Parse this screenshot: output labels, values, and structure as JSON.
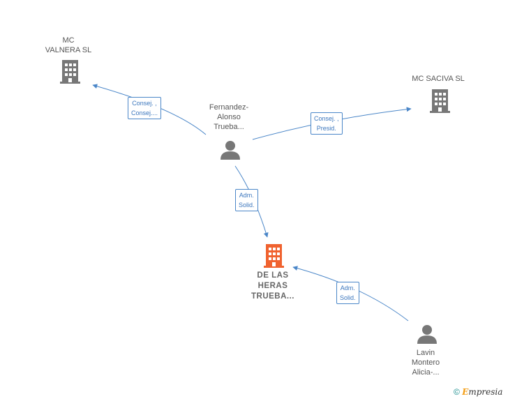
{
  "nodes": {
    "mc_valnera": {
      "label_line1": "MC",
      "label_line2": "VALNERA SL"
    },
    "mc_saciva": {
      "label": "MC SACIVA SL"
    },
    "fernandez": {
      "line1": "Fernandez-",
      "line2": "Alonso",
      "line3": "Trueba..."
    },
    "de_las_heras": {
      "line1": "DE LAS",
      "line2": "HERAS",
      "line3": "TRUEBA..."
    },
    "lavin": {
      "line1": "Lavin",
      "line2": "Montero",
      "line3": "Alicia-..."
    }
  },
  "edges": {
    "e1": {
      "line1": "Consej. ,",
      "line2": "Consej...."
    },
    "e2": {
      "line1": "Consej. ,",
      "line2": "Presid."
    },
    "e3": {
      "line1": "Adm.",
      "line2": "Solid."
    },
    "e4": {
      "line1": "Adm.",
      "line2": "Solid."
    }
  },
  "colors": {
    "edge": "#4a86c8",
    "company": "#777777",
    "main_company": "#f0622f",
    "person": "#777777"
  },
  "watermark": {
    "symbol": "©",
    "brand_first": "E",
    "brand_rest": "mpresia"
  }
}
